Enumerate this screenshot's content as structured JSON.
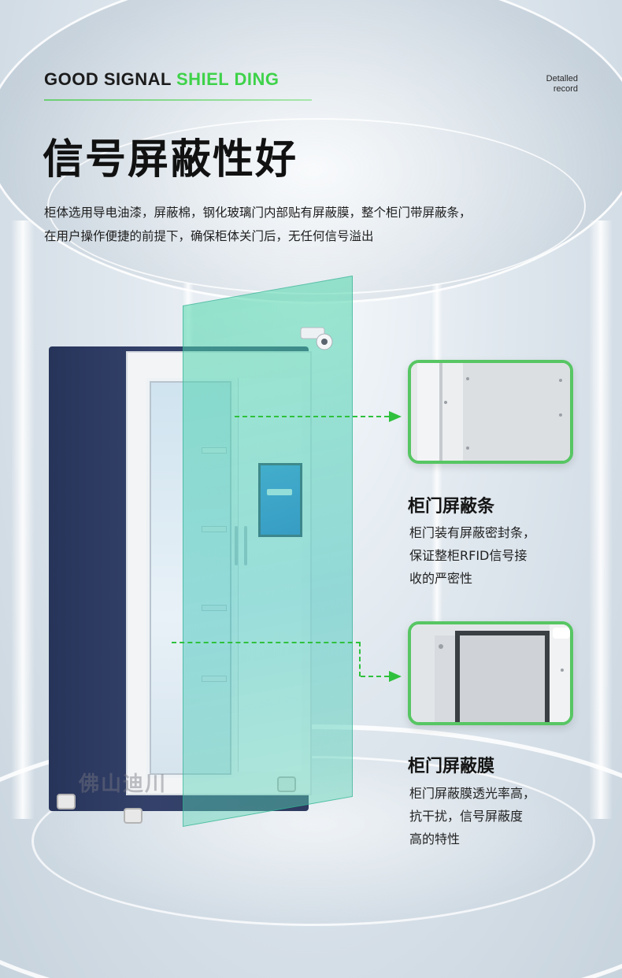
{
  "header": {
    "en_dark": "GOOD SIGNAL",
    "en_green": "SHIEL DING",
    "detail_line1": "Detalled",
    "detail_line2": "record"
  },
  "title": "信号屏蔽性好",
  "description": {
    "line1": "柜体选用导电油漆，屏蔽棉，钢化玻璃门内部贴有屏蔽膜，整个柜门带屏蔽条，",
    "line2": "在用户操作便捷的前提下，确保柜体关门后，无任何信号溢出"
  },
  "watermark": "佛山迪川",
  "features": [
    {
      "title": "柜门屏蔽条",
      "desc_lines": [
        "柜门装有屏蔽密封条，",
        "保证整柜RFID信号接",
        "收的严密性"
      ]
    },
    {
      "title": "柜门屏蔽膜",
      "desc_lines": [
        "柜门屏蔽膜透光率高，",
        "抗干扰，信号屏蔽度",
        "高的特性"
      ]
    }
  ],
  "colors": {
    "accent_green": "#3fd24a",
    "cabinet_navy": "#2e3a60",
    "glass_teal": "#4ed6aa"
  }
}
